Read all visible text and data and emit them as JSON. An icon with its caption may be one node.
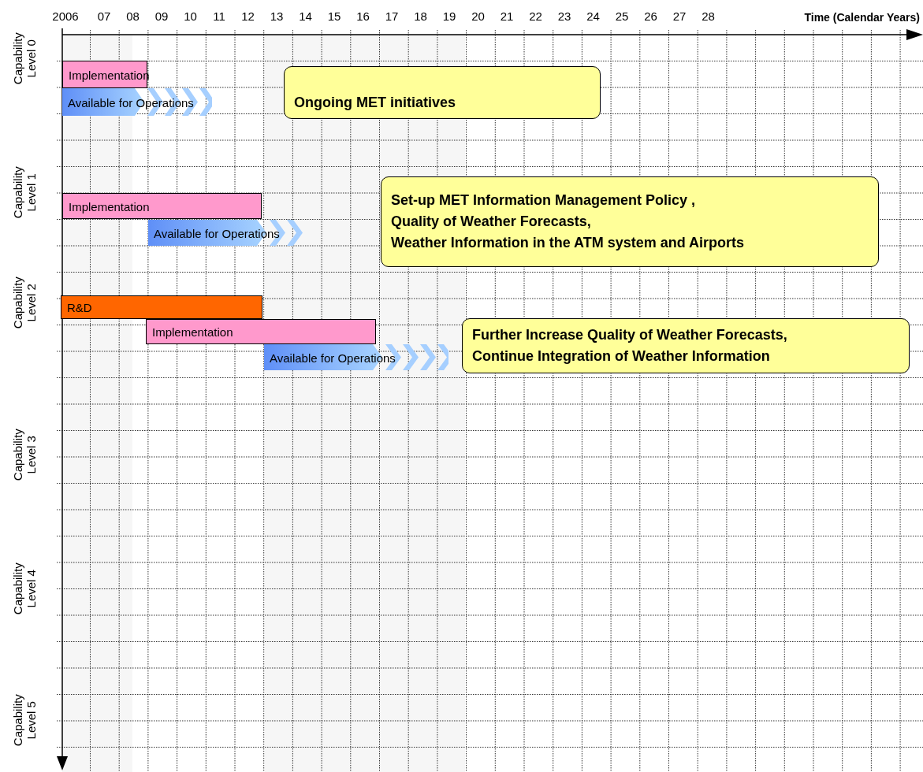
{
  "diagram": {
    "nodes": [
      {
        "text": [
          "Implementation"
        ]
      },
      {
        "text": [
          "Available for Operations"
        ]
      },
      {
        "text": [
          "Ongoing MET initiatives"
        ]
      },
      {
        "text": [
          "Set-up MET Information Management Policy , Quality of Weather Forecasts, Weather Information in the ATM system and Airports"
        ]
      },
      {
        "text": [
          "Implementation"
        ]
      },
      {
        "text": [
          "Available for Operations"
        ]
      },
      {
        "text": [
          "R&D"
        ]
      },
      {
        "text": [
          "Implementation"
        ]
      },
      {
        "text": [
          "Further Increase Quality of Weather Forecasts, Continue Integration of Weather Information"
        ]
      },
      {
        "text": [
          "Available for Operations"
        ]
      }
    ],
    "labels": [
      "2006",
      "07",
      "08",
      "09",
      "10",
      "11",
      "12",
      "13",
      "14",
      "15",
      "16",
      "17",
      "18",
      "19",
      "20",
      "21",
      "22",
      "23",
      "24",
      "25",
      "26",
      "27",
      "28",
      "Time (Calendar Years)",
      "Capability Level 0",
      "Capability Level 1",
      "Capability Level 2",
      "Capability Level 3",
      "Capability Level 4",
      "Capability Level 5"
    ]
  }
}
